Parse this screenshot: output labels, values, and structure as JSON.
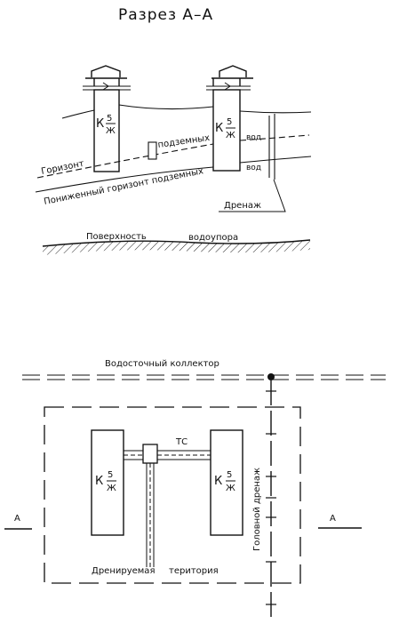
{
  "section": {
    "title": "Разрез   А–А",
    "labels": {
      "groundwater": "подземных",
      "groundwater_suffix_upper": "вод",
      "horizon": "Горизонт",
      "lowered_horizon": "Пониженный горизонт подземных",
      "groundwater_suffix_lower": "вод",
      "drainage": "Дренаж",
      "surface": "Поверхность",
      "aquiclude": "водоупора"
    }
  },
  "building_mark": {
    "letter": "К",
    "numerator": "5",
    "denominator": "Ж"
  },
  "plan": {
    "collector": "Водосточный   коллектор",
    "tc": "ТС",
    "head_drain": "Головной дренаж",
    "drained_area_left": "Дренируемая",
    "drained_area_right": "територия",
    "section_mark_left": "А",
    "section_mark_right": "А"
  }
}
